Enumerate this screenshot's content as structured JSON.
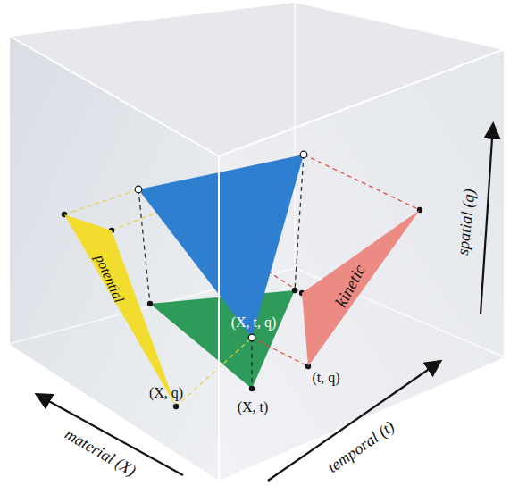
{
  "diagram": {
    "nodes": [
      {
        "text": [
          "potential"
        ]
      },
      {
        "text": [
          "kinetic"
        ]
      }
    ],
    "labels": [
      "(X, t, q)",
      "(X, q)",
      "(X, t)",
      "(t, q)",
      "material (X)",
      "temporal (t)",
      "spatial (q)"
    ]
  }
}
